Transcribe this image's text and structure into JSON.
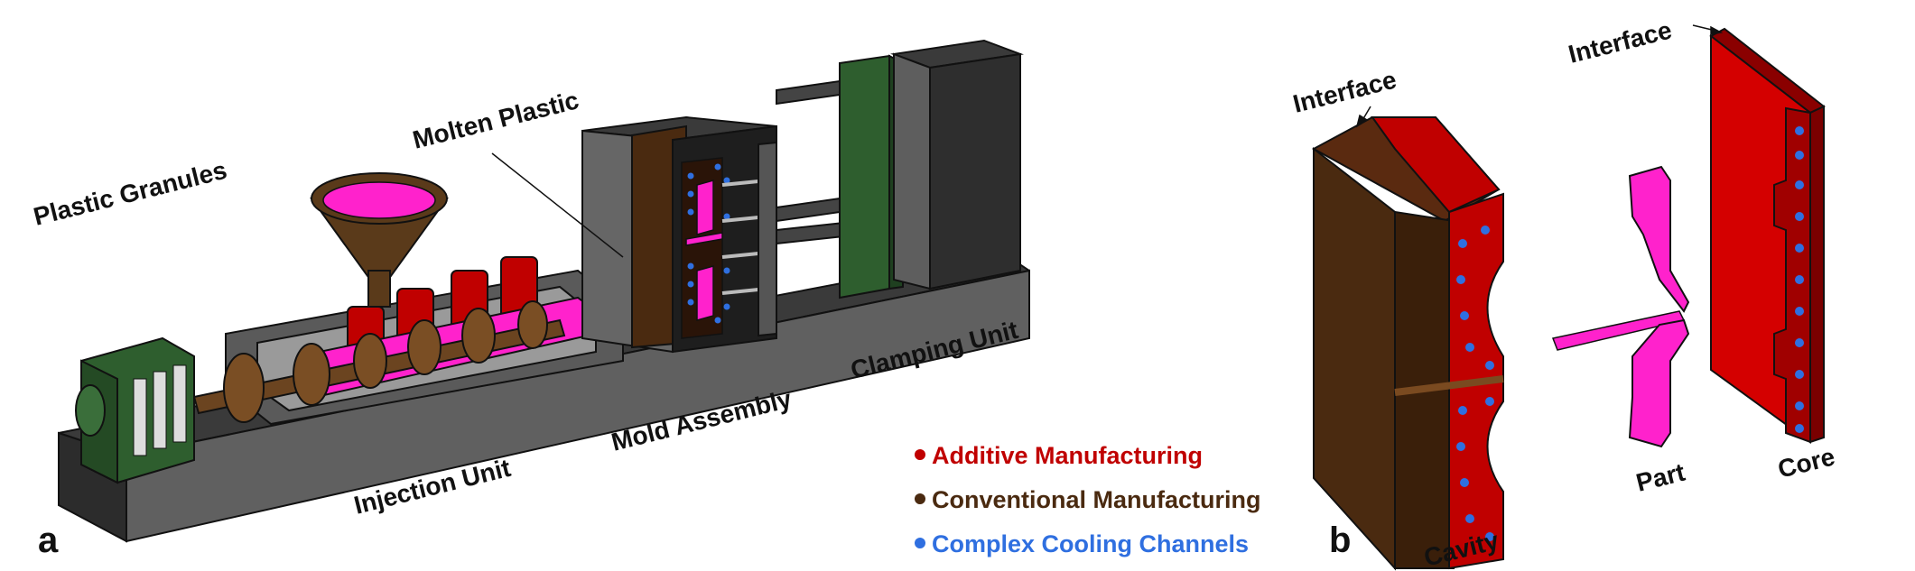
{
  "panel_a": {
    "panel_letter": "a",
    "labels": {
      "plastic_granules": "Plastic Granules",
      "molten_plastic": "Molten Plastic",
      "injection_unit": "Injection Unit",
      "mold_assembly": "Mold Assembly",
      "clamping_unit": "Clamping Unit"
    }
  },
  "legend": {
    "items": [
      {
        "label": "Additive Manufacturing",
        "color": "#c00000"
      },
      {
        "label": "Conventional Manufacturing",
        "color": "#4a2a10"
      },
      {
        "label": "Complex Cooling Channels",
        "color": "#2f6fe0"
      }
    ]
  },
  "panel_b": {
    "panel_letter": "b",
    "labels": {
      "interface_left": "Interface",
      "interface_right": "Interface",
      "cavity": "Cavity",
      "part": "Part",
      "core": "Core"
    }
  },
  "colors": {
    "am_red": "#c00000",
    "conventional_brown": "#4a2a10",
    "cooling_blue": "#2f6fe0",
    "plastic_pink": "#ff22cc",
    "machine_gray": "#4a4a4a",
    "motor_green": "#2e5e2e"
  }
}
